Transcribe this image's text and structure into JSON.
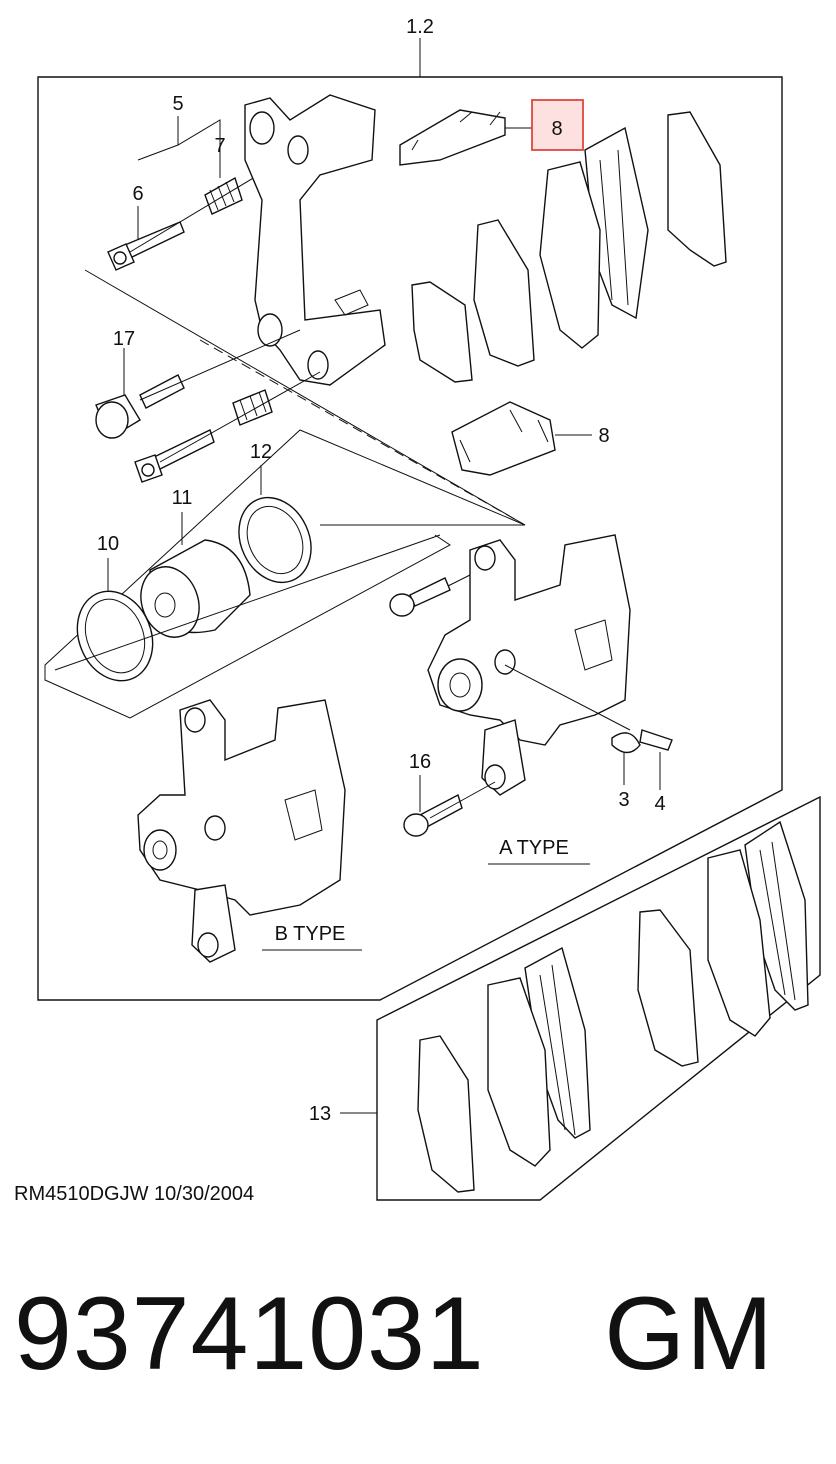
{
  "diagram": {
    "labels": {
      "assembly": "1.2",
      "p5": "5",
      "p7": "7",
      "p6": "6",
      "p8_top": "8",
      "p17": "17",
      "p8_mid": "8",
      "p12": "12",
      "p11": "11",
      "p10": "10",
      "p16": "16",
      "p3": "3",
      "p4": "4",
      "p13": "13",
      "a_type": "A TYPE",
      "b_type": "B TYPE"
    },
    "footer": "RM4510DGJW  10/30/2004",
    "part_number_line": "93741031    GM",
    "highlight_color": "#e0463c"
  }
}
